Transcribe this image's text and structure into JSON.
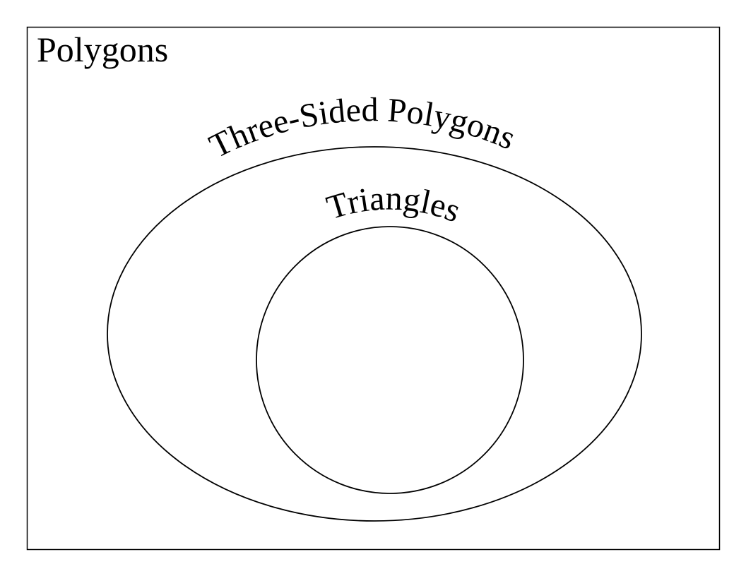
{
  "diagram": {
    "type": "venn-nested",
    "universe_label": "Polygons",
    "outer_set_label": "Three-Sided Polygons",
    "inner_set_label": "Triangles",
    "colors": {
      "stroke": "#000000",
      "background": "#ffffff"
    }
  }
}
